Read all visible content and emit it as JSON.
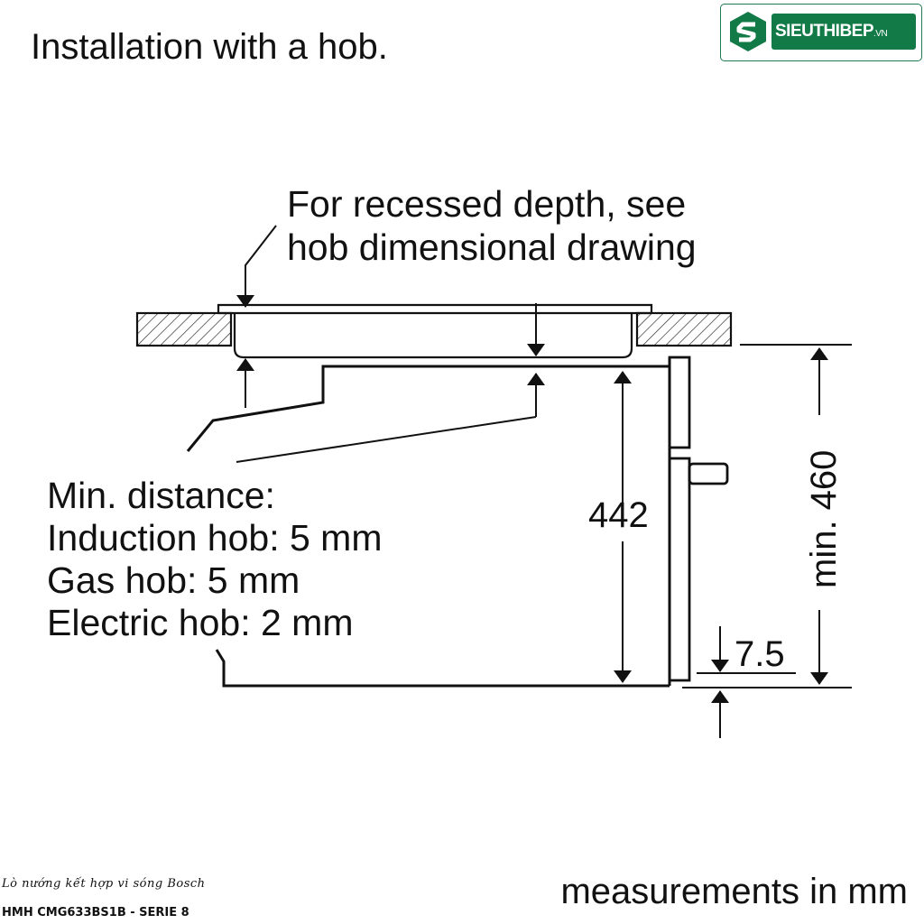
{
  "title": "Installation with a hob.",
  "hob_note": {
    "line1": "For recessed depth, see",
    "line2": "hob dimensional drawing"
  },
  "min_distance": {
    "heading": "Min. distance:",
    "induction": "Induction hob: 5 mm",
    "gas": "Gas hob: 5 mm",
    "electric": "Electric hob: 2 mm"
  },
  "dimensions": {
    "height": "442",
    "cutout": "min. 460",
    "offset": "7.5"
  },
  "units_note": "measurements in mm",
  "footer": {
    "line1": "Lò nướng kết hợp vi sóng Bosch",
    "line2": "HMH CMG633BS1B - SERIE 8"
  },
  "logo": {
    "name": "SIEUTHIBEP",
    "suffix": ".VN",
    "icon": "s-logo-icon"
  },
  "colors": {
    "brand": "#127a47",
    "line": "#111111"
  }
}
